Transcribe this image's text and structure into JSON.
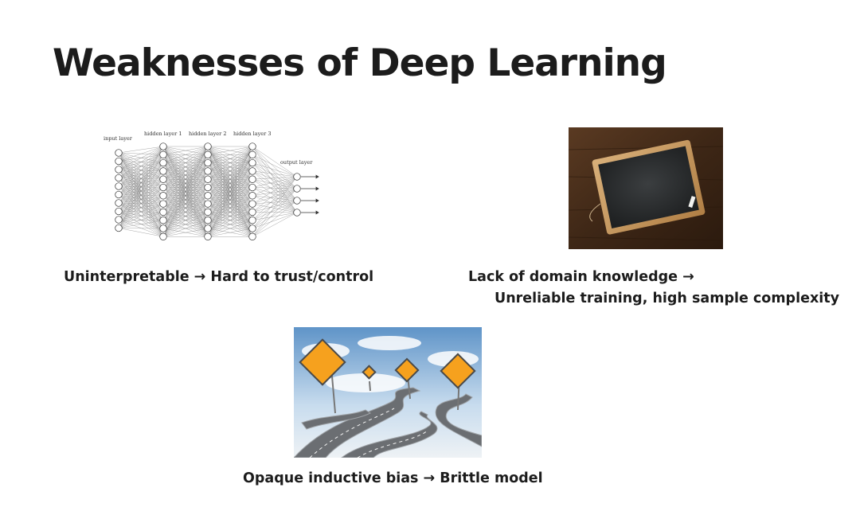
{
  "slide": {
    "title": "Weaknesses of Deep Learning",
    "captions": {
      "interpretability": "Uninterpretable → Hard to trust/control",
      "domain_line1": "Lack of domain knowledge →",
      "domain_line2": "Unreliable training, high sample complexity",
      "bias": "Opaque inductive bias → Brittle model"
    }
  },
  "network_diagram": {
    "labels": {
      "input": "input layer",
      "hidden1": "hidden layer 1",
      "hidden2": "hidden layer 2",
      "hidden3": "hidden layer 3",
      "output": "output layer"
    }
  }
}
